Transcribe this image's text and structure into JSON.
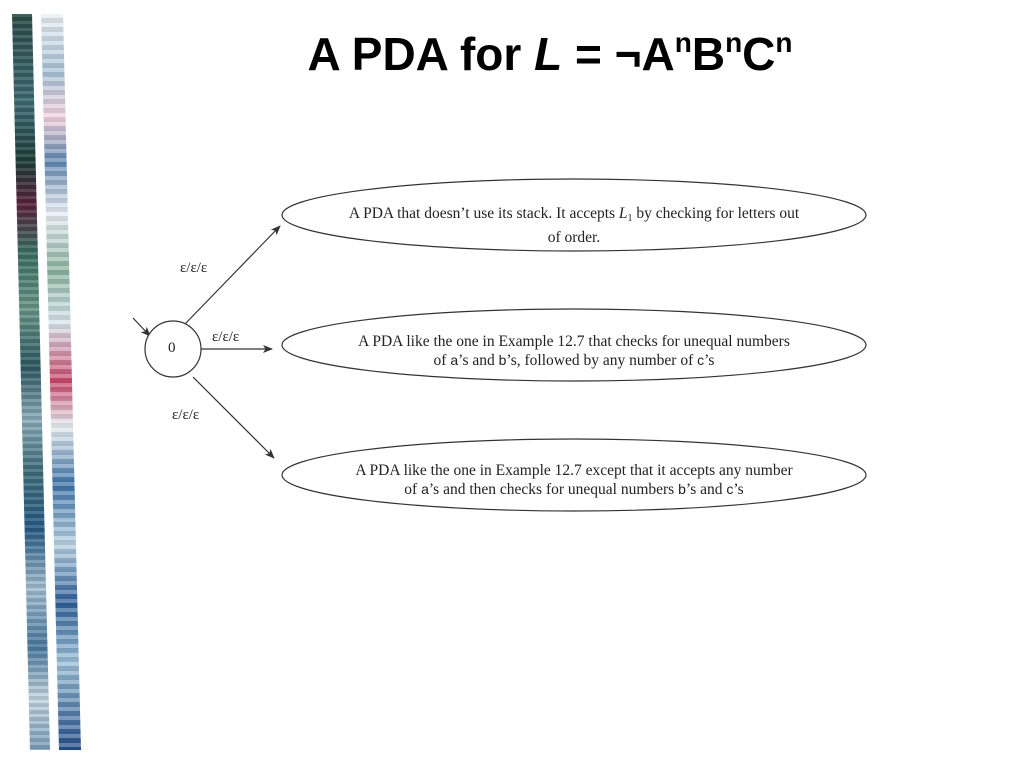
{
  "title": {
    "prefix": "A PDA for ",
    "var": "L",
    "equals": " = ",
    "neg": "¬",
    "a": "A",
    "b": "B",
    "c": "C",
    "exp": "n"
  },
  "diagram": {
    "start_state": "0",
    "transitions": [
      {
        "label": "ε/ε/ε"
      },
      {
        "label": "ε/ε/ε"
      },
      {
        "label": "ε/ε/ε"
      }
    ],
    "machines": [
      {
        "line1": "A PDA that doesn’t use its stack.  It accepts ",
        "l_var": "L",
        "l_sub": "1",
        "line1_end": " by checking for letters out",
        "line2": "of order."
      },
      {
        "line1": "A PDA like the one in Example 12.7 that checks for unequal numbers",
        "l2_a": "of ",
        "l2_b": "a",
        "l2_c": "’s and ",
        "l2_d": "b",
        "l2_e": "’s, followed by any number of ",
        "l2_f": "c",
        "l2_g": "’s"
      },
      {
        "line1": "A PDA like the one in Example 12.7 except that it accepts any number",
        "l2_a": "of ",
        "l2_b": "a",
        "l2_c": "’s and then checks for unequal numbers ",
        "l2_d": "b",
        "l2_e": "’s and ",
        "l2_f": "c",
        "l2_g": "’s"
      }
    ]
  }
}
